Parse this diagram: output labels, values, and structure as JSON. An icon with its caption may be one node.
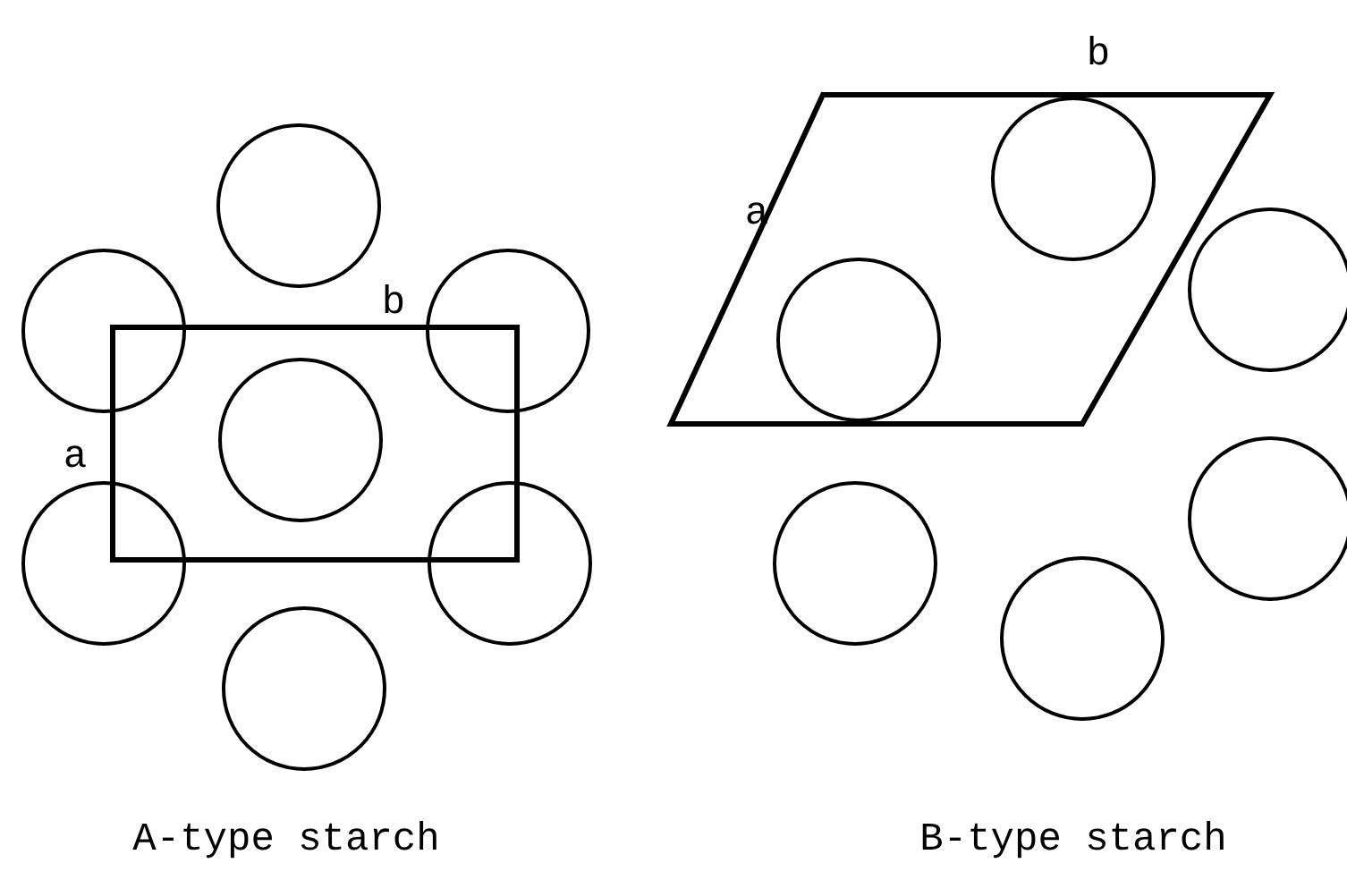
{
  "diagram": {
    "labels": [
      "b",
      "a",
      "b",
      "a",
      "A-type starch",
      "B-type starch"
    ]
  }
}
